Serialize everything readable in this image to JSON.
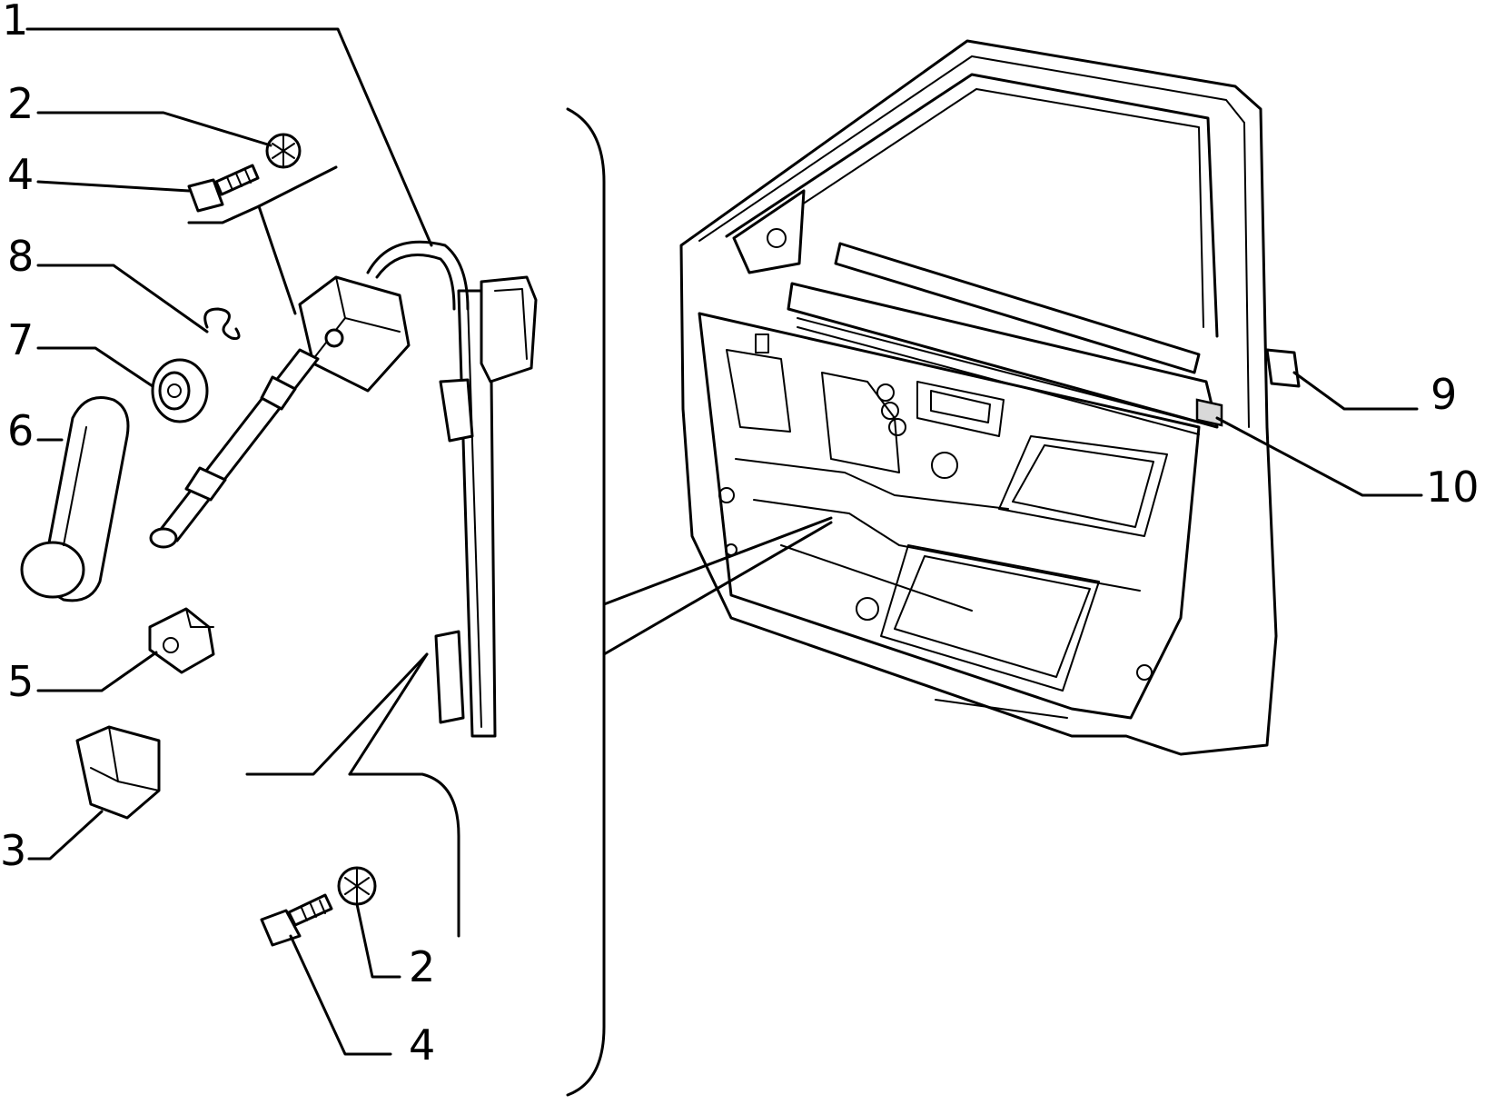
{
  "diagram": {
    "callouts": [
      {
        "id": "1",
        "label": "1"
      },
      {
        "id": "2a",
        "label": "2"
      },
      {
        "id": "4a",
        "label": "4"
      },
      {
        "id": "8",
        "label": "8"
      },
      {
        "id": "7",
        "label": "7"
      },
      {
        "id": "6",
        "label": "6"
      },
      {
        "id": "5",
        "label": "5"
      },
      {
        "id": "3",
        "label": "3"
      },
      {
        "id": "2b",
        "label": "2"
      },
      {
        "id": "4b",
        "label": "4"
      },
      {
        "id": "9",
        "label": "9"
      },
      {
        "id": "10",
        "label": "10"
      }
    ]
  }
}
